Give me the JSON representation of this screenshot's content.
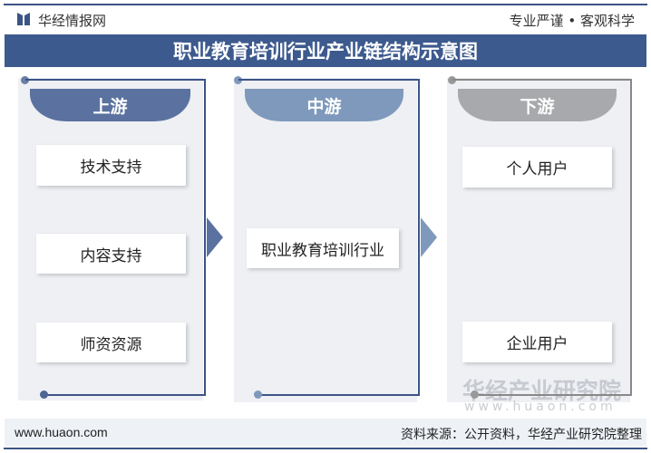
{
  "header": {
    "brand": "华经情报网",
    "slogan": "专业严谨 • 客观科学"
  },
  "title": "职业教育培训行业产业链结构示意图",
  "columns": [
    {
      "label": "上游",
      "items": [
        "技术支持",
        "内容支持",
        "师资资源"
      ],
      "color": "#5b72a0"
    },
    {
      "label": "中游",
      "items": [
        "职业教育培训行业"
      ],
      "color": "#7e99bb"
    },
    {
      "label": "下游",
      "items": [
        "个人用户",
        "企业用户"
      ],
      "color": "#a7a9ac"
    }
  ],
  "watermark": {
    "name": "华经产业研究院",
    "url": "www.huaon.com"
  },
  "footer": {
    "url": "www.huaon.com",
    "source": "资料来源：公开资料，华经产业研究院整理"
  }
}
